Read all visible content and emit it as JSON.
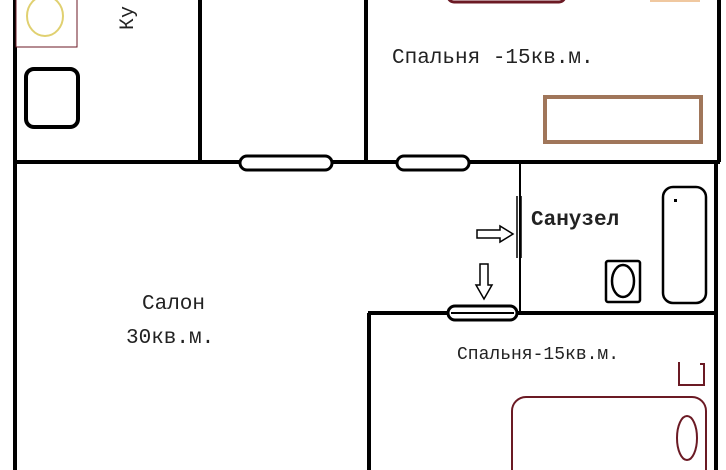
{
  "rooms": {
    "kitchen": {
      "label": "Ку"
    },
    "bedroom_top": {
      "label": "Спальня -15кв.м."
    },
    "bathroom": {
      "label": "Санузел"
    },
    "living": {
      "label": "Салон",
      "area": "30кв.м."
    },
    "bedroom_bottom": {
      "label": "Спальня-15кв.м."
    }
  },
  "colors": {
    "wall": "#000000",
    "bed": "#6b1a24",
    "wardrobe": "#a0765a",
    "sink_basin": "#e0d070"
  }
}
